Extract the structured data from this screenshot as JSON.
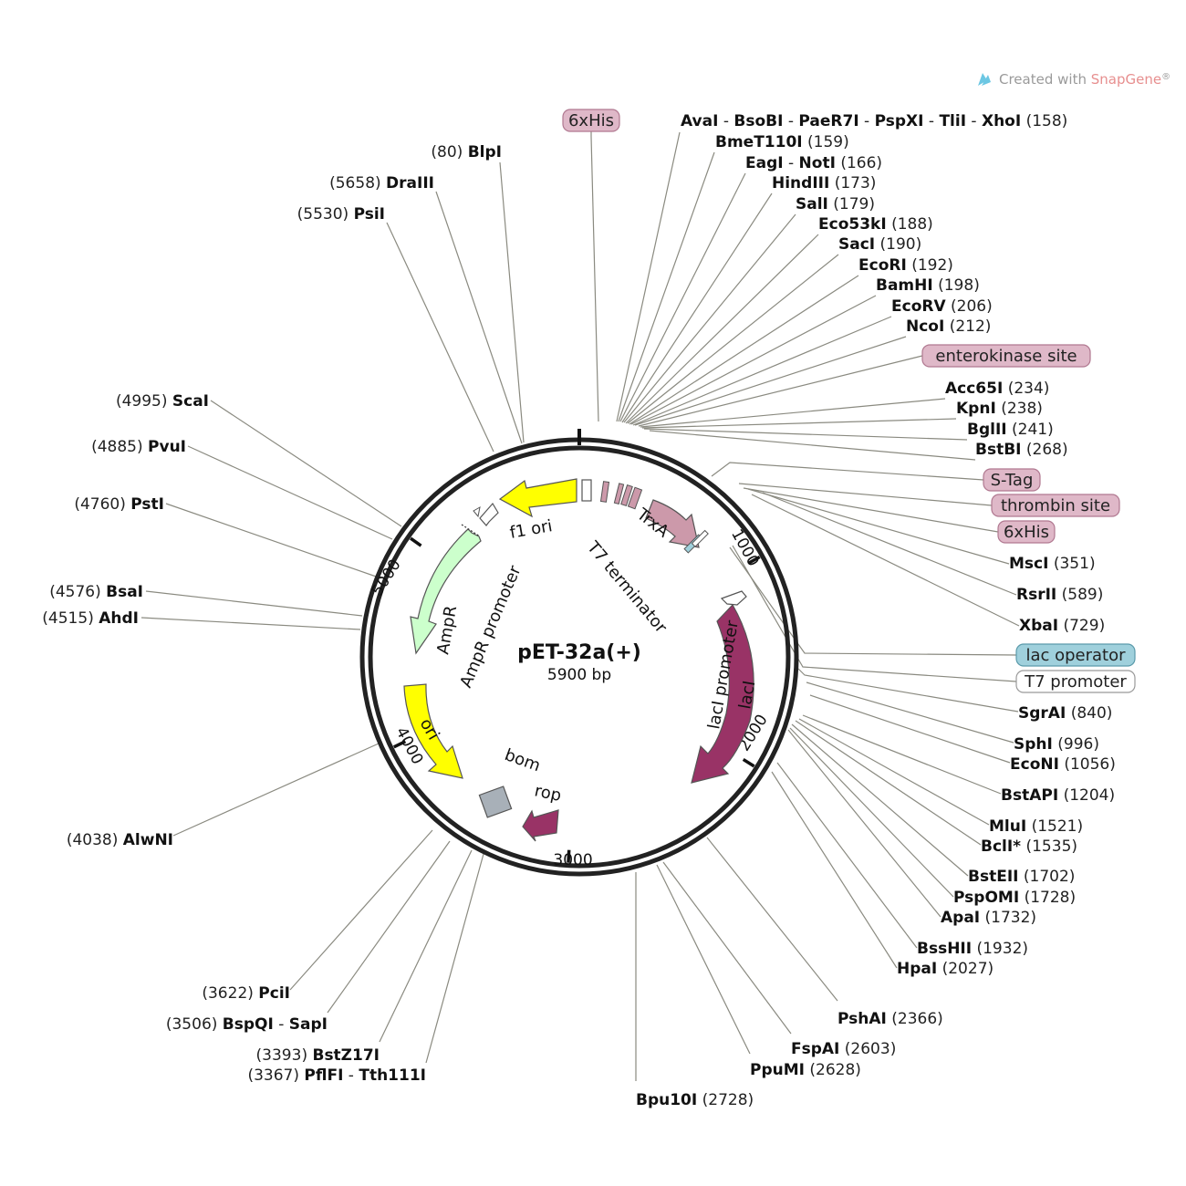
{
  "credit": {
    "prefix": "Created with ",
    "brand": "SnapGene",
    "mark": "®"
  },
  "plasmid": {
    "name": "pET-32a(+)",
    "size": "5900 bp",
    "length": 5900
  },
  "ticks": [
    {
      "value": 1000,
      "label": "1000"
    },
    {
      "value": 2000,
      "label": "2000"
    },
    {
      "value": 3000,
      "label": "3000"
    },
    {
      "value": 4000,
      "label": "4000"
    },
    {
      "value": 5000,
      "label": "5000"
    }
  ],
  "features": [
    {
      "name": "f1 ori",
      "color": "#ffff00",
      "label": "f1 ori"
    },
    {
      "name": "AmpR promoter",
      "color": "#ffffff",
      "label": "AmpR promoter"
    },
    {
      "name": "AmpR",
      "color": "#ccffcc",
      "label": "AmpR"
    },
    {
      "name": "ori",
      "color": "#ffff00",
      "label": "ori"
    },
    {
      "name": "bom",
      "color": "#a8b0b8",
      "label": "bom"
    },
    {
      "name": "rop",
      "color": "#993366",
      "label": "rop"
    },
    {
      "name": "lacI",
      "color": "#993366",
      "label": "lacI"
    },
    {
      "name": "lacI promoter",
      "color": "#ffffff",
      "label": "lacI promoter"
    },
    {
      "name": "TrxA",
      "color": "#cc99aa",
      "label": "TrxA"
    },
    {
      "name": "T7 terminator",
      "color": "#ffffff",
      "label": "T7 terminator"
    }
  ],
  "boxed_features": [
    {
      "label": "6xHis",
      "fill": "#dfb8c8",
      "stroke": "#b07890"
    },
    {
      "label": "enterokinase site",
      "fill": "#dfb8c8",
      "stroke": "#b07890"
    },
    {
      "label": "S-Tag",
      "fill": "#dfb8c8",
      "stroke": "#b07890"
    },
    {
      "label": "thrombin site",
      "fill": "#dfb8c8",
      "stroke": "#b07890"
    },
    {
      "label": "6xHis",
      "fill": "#dfb8c8",
      "stroke": "#b07890"
    },
    {
      "label": "lac operator",
      "fill": "#9fd0dc",
      "stroke": "#5a9aaa"
    },
    {
      "label": "T7 promoter",
      "fill": "#ffffff",
      "stroke": "#999999"
    }
  ],
  "enzymes": [
    {
      "names": [
        "AvaI",
        "BsoBI",
        "PaeR7I",
        "PspXI",
        "TliI",
        "XhoI"
      ],
      "pos": "(158)"
    },
    {
      "names": [
        "BmeT110I"
      ],
      "pos": "(159)"
    },
    {
      "names": [
        "EagI",
        "NotI"
      ],
      "pos": "(166)"
    },
    {
      "names": [
        "HindIII"
      ],
      "pos": "(173)"
    },
    {
      "names": [
        "SalI"
      ],
      "pos": "(179)"
    },
    {
      "names": [
        "Eco53kI"
      ],
      "pos": "(188)"
    },
    {
      "names": [
        "SacI"
      ],
      "pos": "(190)"
    },
    {
      "names": [
        "EcoRI"
      ],
      "pos": "(192)"
    },
    {
      "names": [
        "BamHI"
      ],
      "pos": "(198)"
    },
    {
      "names": [
        "EcoRV"
      ],
      "pos": "(206)"
    },
    {
      "names": [
        "NcoI"
      ],
      "pos": "(212)"
    },
    {
      "names": [
        "Acc65I"
      ],
      "pos": "(234)"
    },
    {
      "names": [
        "KpnI"
      ],
      "pos": "(238)"
    },
    {
      "names": [
        "BglII"
      ],
      "pos": "(241)"
    },
    {
      "names": [
        "BstBI"
      ],
      "pos": "(268)"
    },
    {
      "names": [
        "MscI"
      ],
      "pos": "(351)"
    },
    {
      "names": [
        "RsrII"
      ],
      "pos": "(589)"
    },
    {
      "names": [
        "XbaI"
      ],
      "pos": "(729)"
    },
    {
      "names": [
        "SgrAI"
      ],
      "pos": "(840)"
    },
    {
      "names": [
        "SphI"
      ],
      "pos": "(996)"
    },
    {
      "names": [
        "EcoNI"
      ],
      "pos": "(1056)"
    },
    {
      "names": [
        "BstAPI"
      ],
      "pos": "(1204)"
    },
    {
      "names": [
        "MluI"
      ],
      "pos": "(1521)"
    },
    {
      "names": [
        "BclI*"
      ],
      "pos": "(1535)",
      "muted": true
    },
    {
      "names": [
        "BstEII"
      ],
      "pos": "(1702)"
    },
    {
      "names": [
        "PspOMI"
      ],
      "pos": "(1728)"
    },
    {
      "names": [
        "ApaI"
      ],
      "pos": "(1732)"
    },
    {
      "names": [
        "BssHII"
      ],
      "pos": "(1932)"
    },
    {
      "names": [
        "HpaI"
      ],
      "pos": "(2027)"
    },
    {
      "names": [
        "PshAI"
      ],
      "pos": "(2366)"
    },
    {
      "names": [
        "FspAI"
      ],
      "pos": "(2603)"
    },
    {
      "names": [
        "PpuMI"
      ],
      "pos": "(2628)"
    },
    {
      "names": [
        "Bpu10I"
      ],
      "pos": "(2728)"
    },
    {
      "names": [
        "PflFI",
        "Tth111I"
      ],
      "pos": "(3367)"
    },
    {
      "names": [
        "BstZ17I"
      ],
      "pos": "(3393)"
    },
    {
      "names": [
        "BspQI",
        "SapI"
      ],
      "pos": "(3506)"
    },
    {
      "names": [
        "PciI"
      ],
      "pos": "(3622)"
    },
    {
      "names": [
        "AlwNI"
      ],
      "pos": "(4038)"
    },
    {
      "names": [
        "AhdI"
      ],
      "pos": "(4515)"
    },
    {
      "names": [
        "BsaI"
      ],
      "pos": "(4576)"
    },
    {
      "names": [
        "PstI"
      ],
      "pos": "(4760)"
    },
    {
      "names": [
        "PvuI"
      ],
      "pos": "(4885)"
    },
    {
      "names": [
        "ScaI"
      ],
      "pos": "(4995)"
    },
    {
      "names": [
        "PsiI"
      ],
      "pos": "(5530)"
    },
    {
      "names": [
        "DraIII"
      ],
      "pos": "(5658)"
    },
    {
      "names": [
        "BlpI"
      ],
      "pos": "(80)"
    }
  ]
}
